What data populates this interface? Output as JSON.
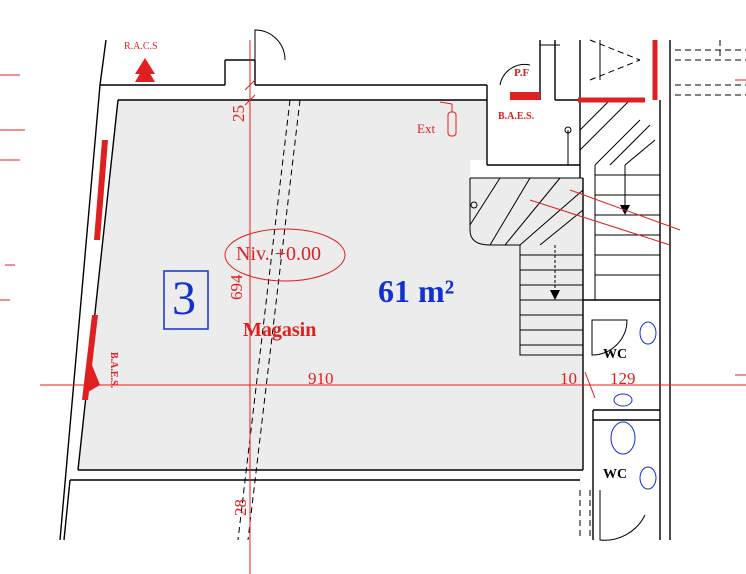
{
  "room": {
    "number": "3",
    "area": "61 m²",
    "name": "Magasin",
    "level": "Niv. +0.00"
  },
  "dimensions": {
    "width_main": "910",
    "width_wall": "10",
    "width_wc": "129",
    "depth": "694",
    "top_offset": "25",
    "bottom_offset": "28"
  },
  "symbols": {
    "racs": "R.A.C.S",
    "baes_top": "B.A.E.S.",
    "baes_left": "B.A.E.S.",
    "fire_door": "P.F",
    "extinguisher": "Ext"
  },
  "rooms": {
    "wc_upper": "WC",
    "wc_lower": "WC"
  },
  "colors": {
    "annotation_red": "#e02020",
    "room_number_blue": "#1030d0",
    "floor_fill": "#ececec",
    "wall": "#000000"
  }
}
